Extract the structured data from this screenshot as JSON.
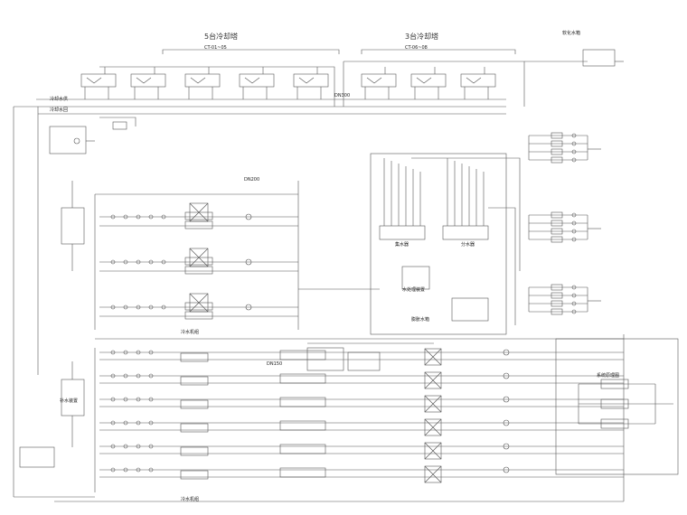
{
  "drawing": {
    "tower_group_left_title": "5台冷却塔",
    "tower_group_right_title": "3台冷却塔",
    "tower_group_left_code": "CT-01~05",
    "tower_group_right_code": "CT-06~08",
    "chiller_group_top_label": "冷水机组",
    "chiller_group_bottom_label": "冷水机组",
    "collector_label": "集水器",
    "distributor_label": "分水器",
    "water_treatment_label": "水处理装置",
    "expansion_label": "膨胀水箱",
    "inset_title": "系统原理图",
    "make_up_label": "补水装置",
    "softener_label": "软化水箱",
    "pipe_size_main": "DN300",
    "pipe_size_branch": "DN200",
    "pipe_size_small": "DN150",
    "supply_label": "冷却水供",
    "return_label": "冷却水回"
  },
  "colors": {
    "line": "#555555",
    "background": "#ffffff"
  }
}
